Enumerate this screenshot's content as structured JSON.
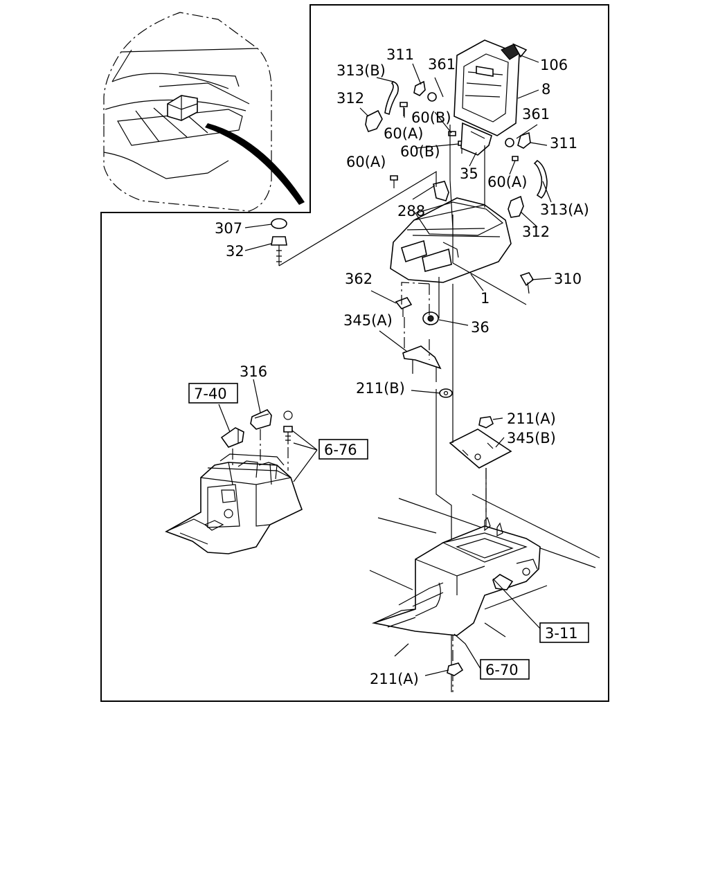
{
  "labels": {
    "p106": "106",
    "p8": "8",
    "p361a": "361",
    "p311a": "311",
    "p313b": "313(B)",
    "p312a": "312",
    "p60b_1": "60(B)",
    "p60a_1": "60(A)",
    "p60b_2": "60(B)",
    "p361b": "361",
    "p311b": "311",
    "p60a_2": "60(A)",
    "p35": "35",
    "p60a_3": "60(A)",
    "p288": "288",
    "p313a": "313(A)",
    "p312b": "312",
    "p307": "307",
    "p32": "32",
    "p310": "310",
    "p1": "1",
    "p362": "362",
    "p345a": "345(A)",
    "p36": "36",
    "p316": "316",
    "p211b": "211(B)",
    "p211a_1": "211(A)",
    "p345b": "345(B)",
    "p211a_2": "211(A)"
  },
  "refs": {
    "r7_40": "7-40",
    "r6_76": "6-76",
    "r3_11": "3-11",
    "r6_70": "6-70"
  }
}
